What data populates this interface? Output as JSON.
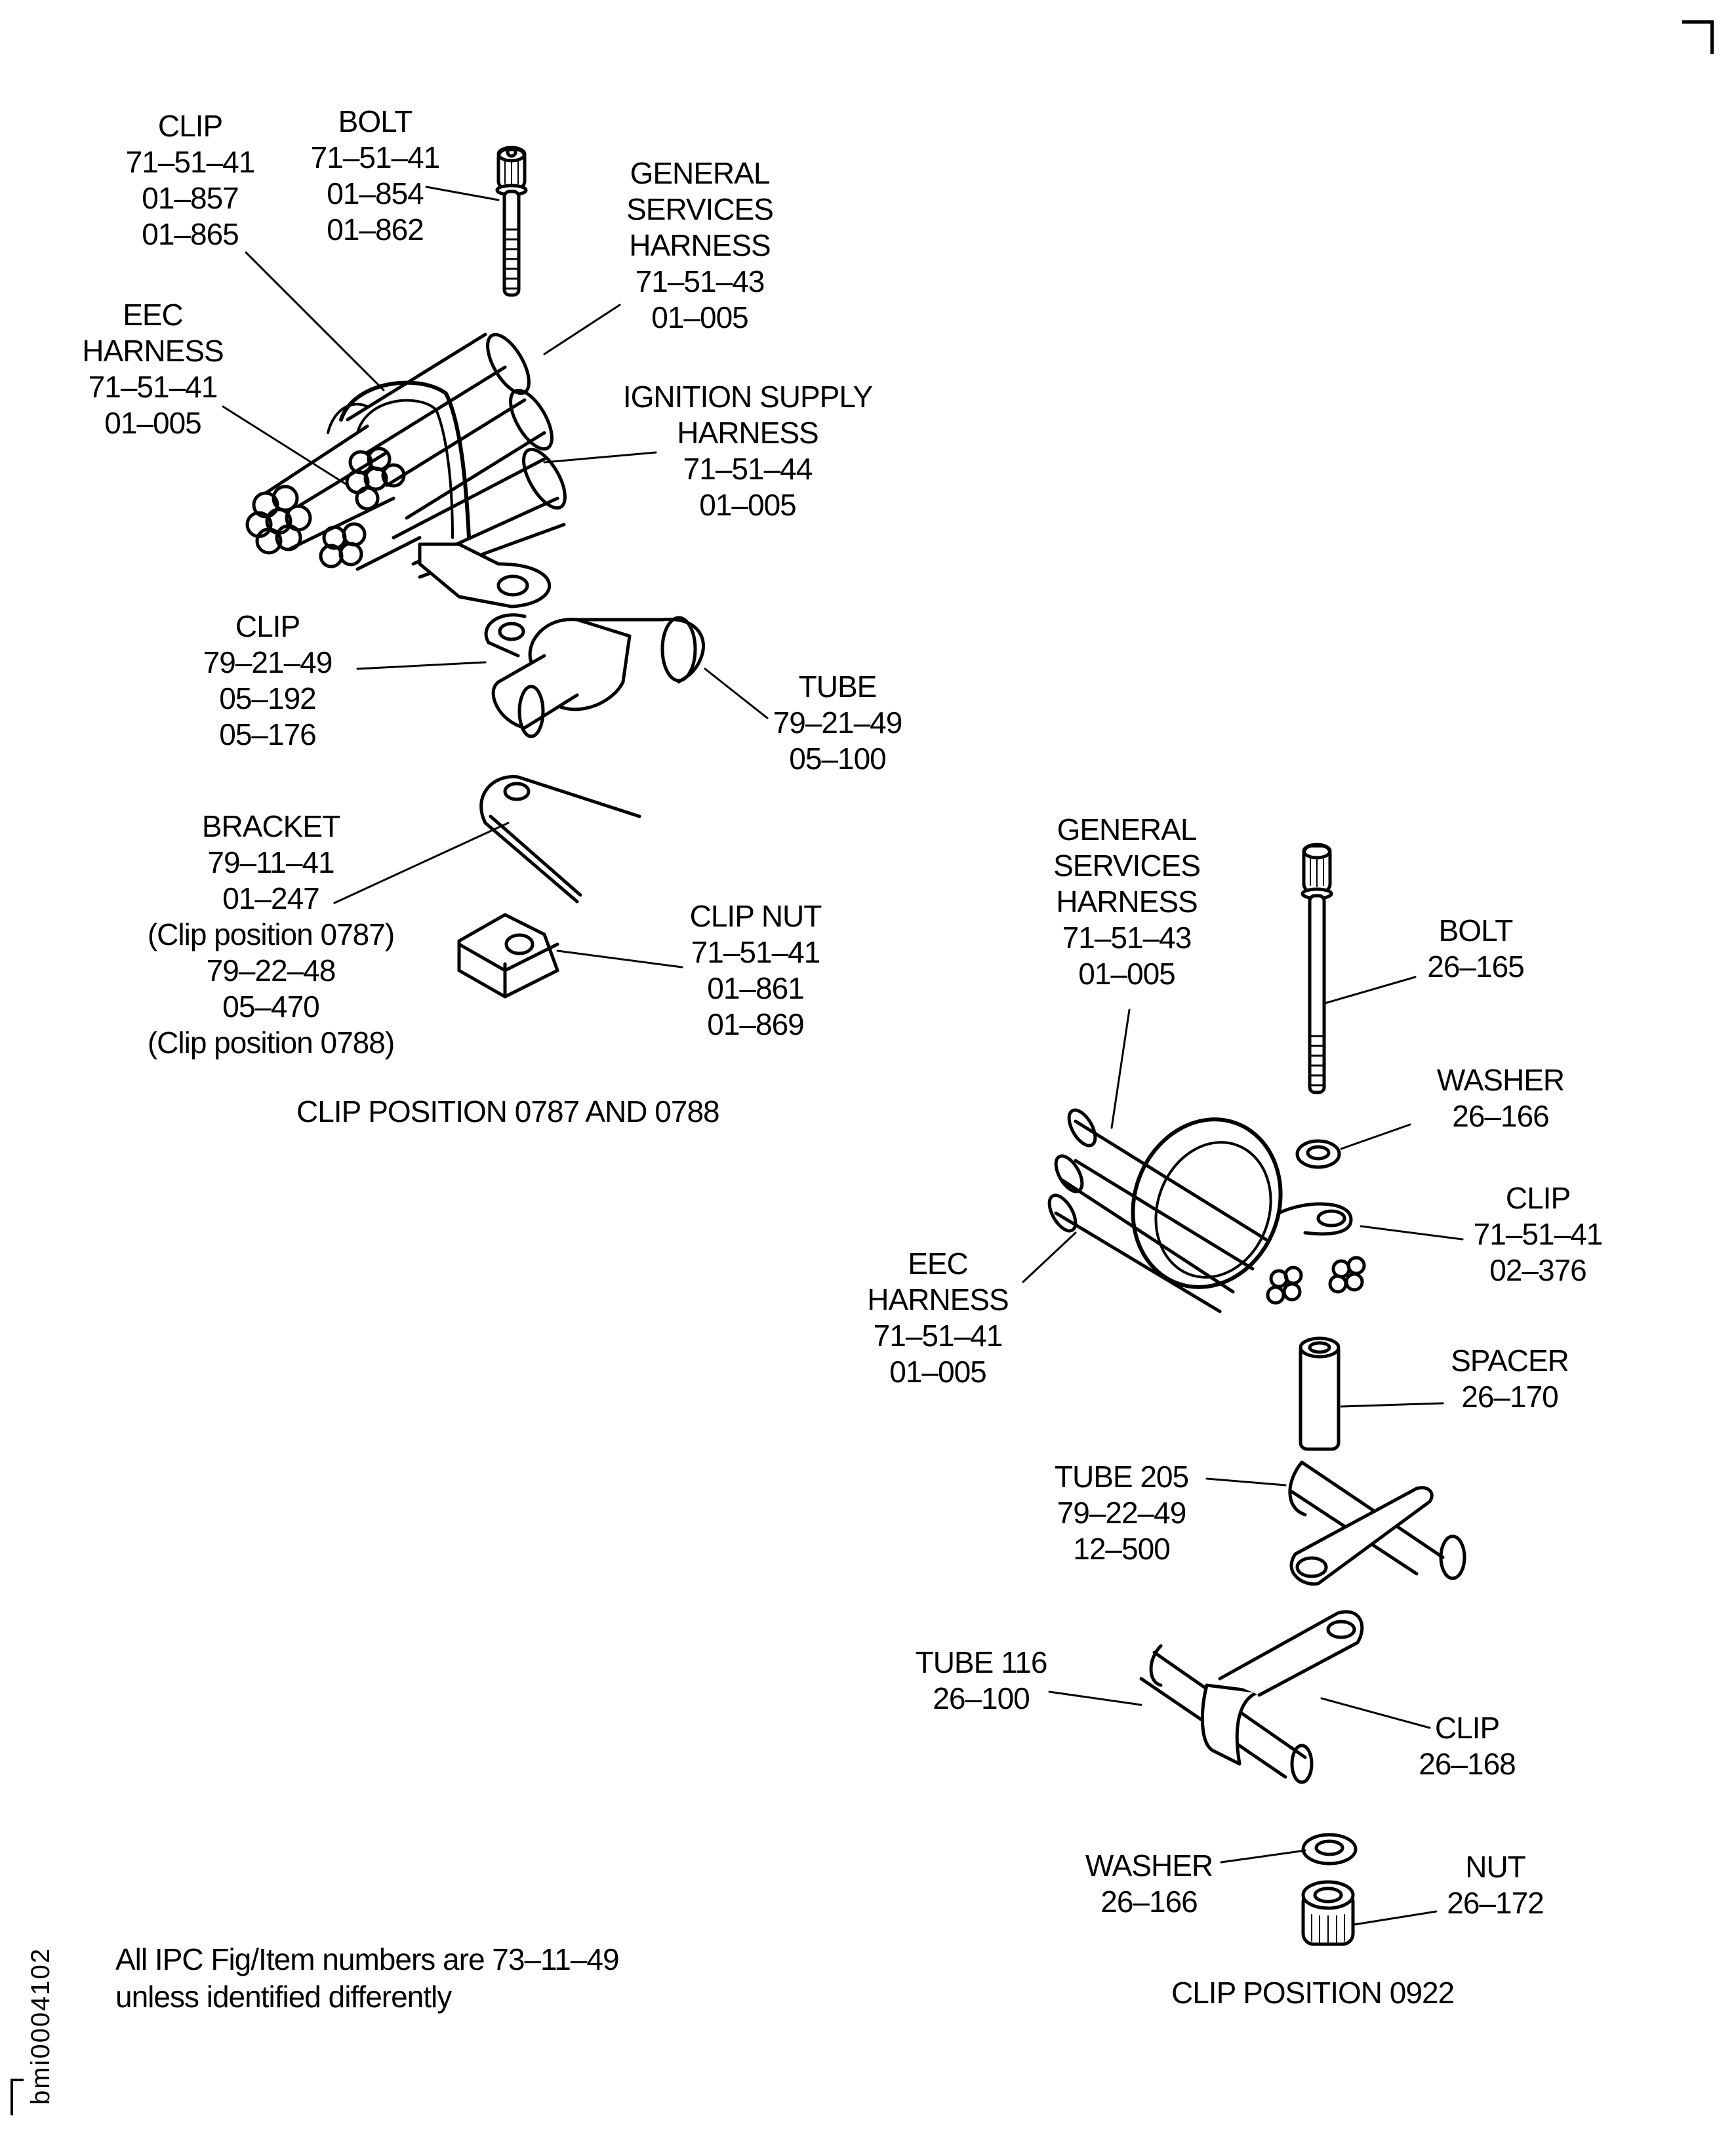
{
  "figure_id": "bmi0004102",
  "note": [
    "All IPC Fig/Item numbers are 73–11–49",
    "unless identified differently"
  ],
  "views": [
    {
      "caption": "CLIP POSITION 0787 AND 0788",
      "callouts": [
        {
          "lines": [
            "CLIP",
            "71–51–41",
            "01–857",
            "01–865"
          ]
        },
        {
          "lines": [
            "BOLT",
            "71–51–41",
            "01–854",
            "01–862"
          ]
        },
        {
          "lines": [
            "GENERAL",
            "SERVICES",
            "HARNESS",
            "71–51–43",
            "01–005"
          ]
        },
        {
          "lines": [
            "EEC",
            "HARNESS",
            "71–51–41",
            "01–005"
          ]
        },
        {
          "lines": [
            "IGNITION SUPPLY",
            "HARNESS",
            "71–51–44",
            "01–005"
          ]
        },
        {
          "lines": [
            "CLIP",
            "79–21–49",
            "05–192",
            "05–176"
          ]
        },
        {
          "lines": [
            "TUBE",
            "79–21–49",
            "05–100"
          ]
        },
        {
          "lines": [
            "BRACKET",
            "79–11–41",
            "01–247",
            "(Clip position 0787)",
            "79–22–48",
            "05–470",
            "(Clip position 0788)"
          ]
        },
        {
          "lines": [
            "CLIP NUT",
            "71–51–41",
            "01–861",
            "01–869"
          ]
        }
      ]
    },
    {
      "caption": "CLIP POSITION 0922",
      "callouts": [
        {
          "lines": [
            "GENERAL",
            "SERVICES",
            "HARNESS",
            "71–51–43",
            "01–005"
          ]
        },
        {
          "lines": [
            "BOLT",
            "26–165"
          ]
        },
        {
          "lines": [
            "WASHER",
            "26–166"
          ]
        },
        {
          "lines": [
            "CLIP",
            "71–51–41",
            "02–376"
          ]
        },
        {
          "lines": [
            "EEC",
            "HARNESS",
            "71–51–41",
            "01–005"
          ]
        },
        {
          "lines": [
            "SPACER",
            "26–170"
          ]
        },
        {
          "lines": [
            "TUBE 205",
            "79–22–49",
            "12–500"
          ]
        },
        {
          "lines": [
            "TUBE 116",
            "26–100"
          ]
        },
        {
          "lines": [
            "CLIP",
            "26–168"
          ]
        },
        {
          "lines": [
            "WASHER",
            "26–166"
          ]
        },
        {
          "lines": [
            "NUT",
            "26–172"
          ]
        }
      ]
    }
  ]
}
